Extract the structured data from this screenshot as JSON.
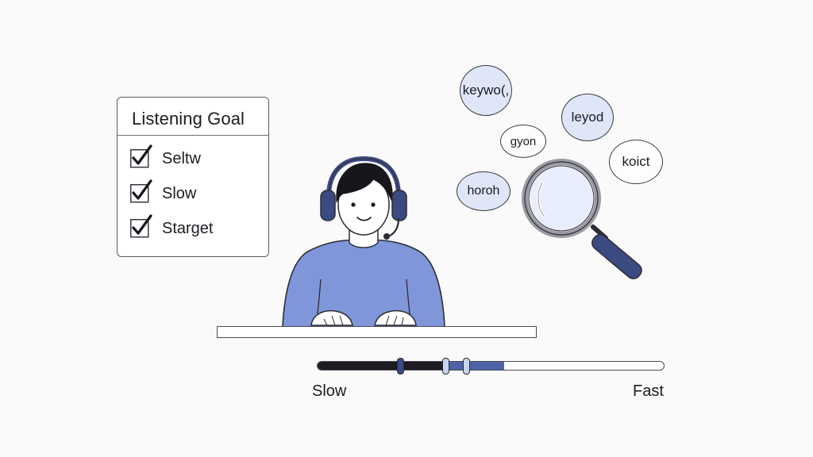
{
  "goal_card": {
    "title": "Listening Goal",
    "items": [
      {
        "label": "Seltw",
        "checked": true
      },
      {
        "label": "Slow",
        "checked": true
      },
      {
        "label": "Starget",
        "checked": true
      }
    ]
  },
  "keywords": [
    "keywo(,",
    "leyod",
    "gyon",
    "koict",
    "horoh"
  ],
  "speed_slider": {
    "min_label": "Slow",
    "max_label": "Fast",
    "handles": [
      0.24,
      0.37,
      0.43
    ],
    "fill_dark_end": 0.37,
    "fill_blue_end": 0.54
  },
  "icons": {
    "checkmark": "checkmark-icon",
    "magnifier": "magnifying-glass-icon",
    "headset": "headset-icon"
  },
  "colors": {
    "accent_blue": "#6f88d6",
    "bubble_blue": "#dfe6f7",
    "slider_dark": "#1c1c22",
    "slider_blue": "#4f62a8",
    "magnifier_handle": "#3c4a82"
  }
}
